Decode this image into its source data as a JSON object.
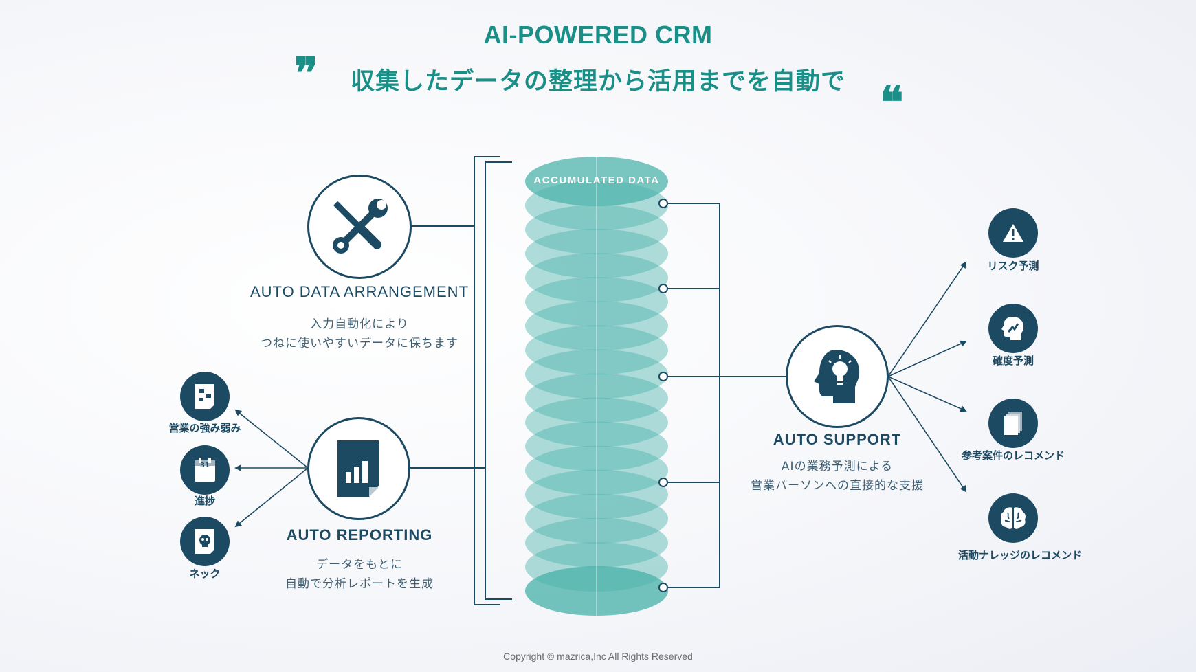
{
  "header": {
    "title": "AI-POWERED CRM",
    "subtitle": "収集したデータの整理から活用までを自動で",
    "quote_open": "❞",
    "quote_close": "❝"
  },
  "database": {
    "label": "ACCUMULATED DATA"
  },
  "arrangement": {
    "title": "AUTO DATA ARRANGEMENT",
    "desc_line1": "入力自動化により",
    "desc_line2": "つねに使いやすいデータに保ちます",
    "icon": "wrench-screwdriver-icon"
  },
  "reporting": {
    "title": "AUTO REPORTING",
    "desc_line1": "データをもとに",
    "desc_line2": "自動で分析レポートを生成",
    "icon": "report-chart-icon",
    "outputs": [
      {
        "label": "営業の強み弱み",
        "icon": "strength-doc-icon"
      },
      {
        "label": "進捗",
        "icon": "calendar-icon"
      },
      {
        "label": "ネック",
        "icon": "skull-doc-icon"
      }
    ]
  },
  "support": {
    "title": "AUTO SUPPORT",
    "desc_line1": "AIの業務予測による",
    "desc_line2": "営業パーソンへの直接的な支援",
    "icon": "ai-head-lightbulb-icon",
    "outputs": [
      {
        "label": "リスク予測",
        "icon": "warning-icon"
      },
      {
        "label": "確度予測",
        "icon": "head-trend-icon"
      },
      {
        "label": "参考案件のレコメンド",
        "icon": "documents-icon"
      },
      {
        "label": "活動ナレッジのレコメンド",
        "icon": "brain-icon"
      }
    ]
  },
  "calendar_day": "31",
  "copyright": "Copyright © mazrica,Inc All Rights Reserved",
  "colors": {
    "accent": "#1a8f87",
    "navy": "#1d4a63",
    "cylinder": "#4db3ac"
  }
}
